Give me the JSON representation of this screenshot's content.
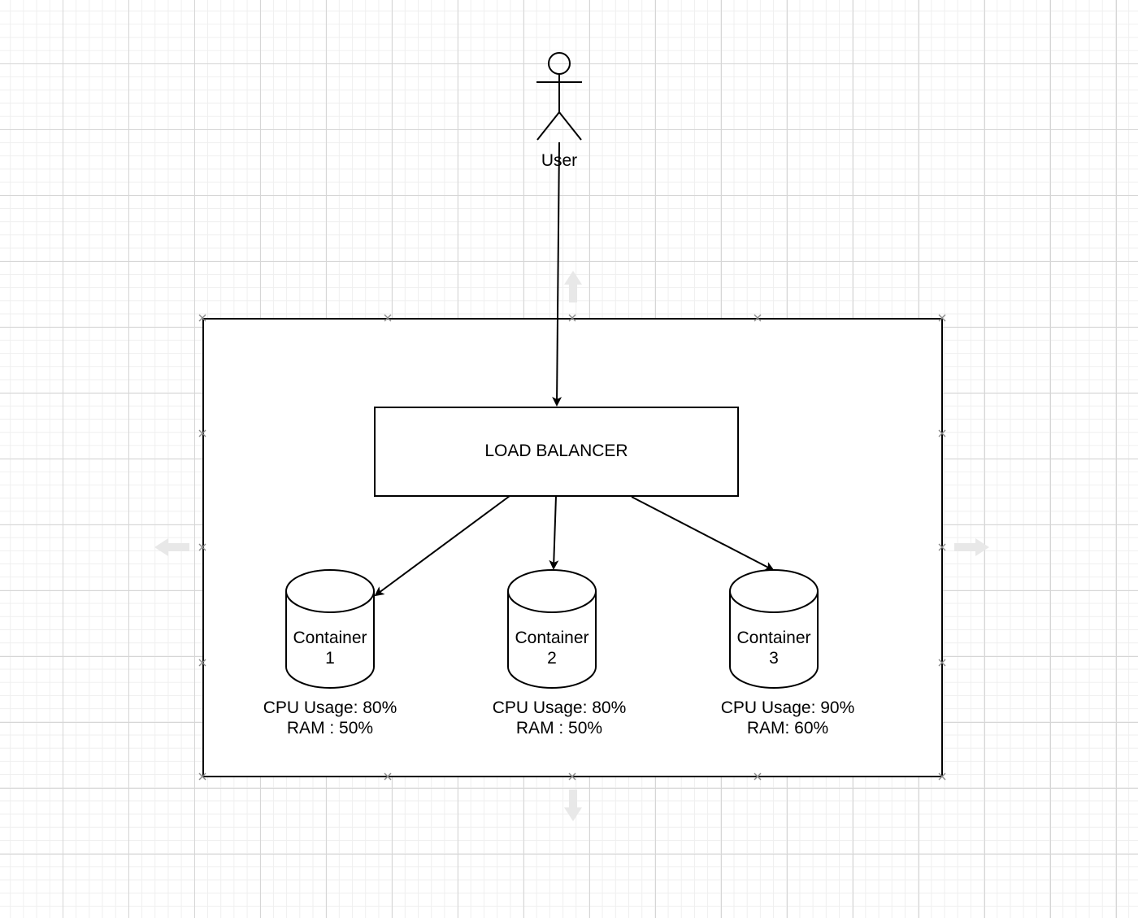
{
  "actor": {
    "label": "User"
  },
  "load_balancer": {
    "label": "LOAD BALANCER"
  },
  "containers": [
    {
      "name": "Container",
      "number": "1",
      "cpu": "CPU Usage: 80%",
      "ram": "RAM : 50%"
    },
    {
      "name": "Container",
      "number": "2",
      "cpu": "CPU Usage: 80%",
      "ram": "RAM : 50%"
    },
    {
      "name": "Container",
      "number": "3",
      "cpu": "CPU Usage: 90%",
      "ram": "RAM: 60%"
    }
  ],
  "colors": {
    "stroke": "#000000",
    "grid_major": "#d6d6d6",
    "grid_minor": "#efefef",
    "selection_handle": "#8a8a8a",
    "ghost_arrow": "#e6e6e6"
  }
}
